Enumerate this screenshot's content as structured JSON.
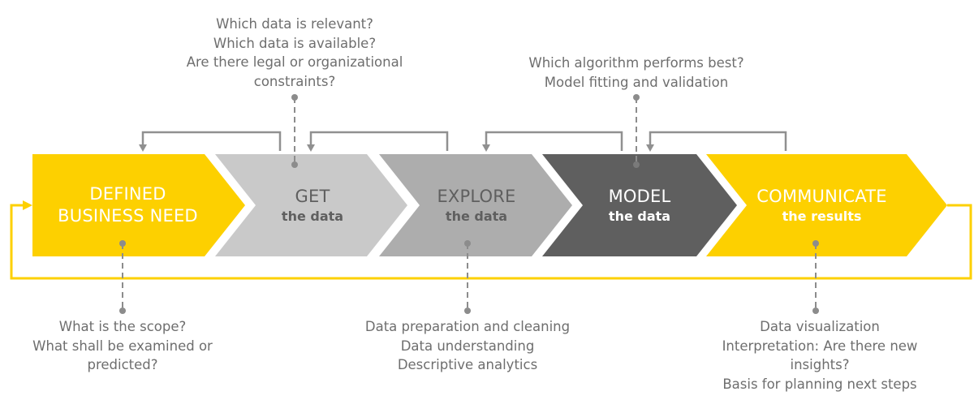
{
  "colors": {
    "yellow": "#fdd000",
    "light_gray": "#c9c9c9",
    "mid_gray": "#adadad",
    "dark_gray": "#5f5f5f",
    "connector_gray": "#8c8c8c",
    "note_text": "#6e6e6e",
    "white_text": "#ffffff",
    "gray_text": "#5f5f5f"
  },
  "steps": [
    {
      "id": "defined-business-need",
      "title_lines": [
        "DEFINED",
        "BUSINESS NEED"
      ],
      "subtitle": ""
    },
    {
      "id": "get-the-data",
      "title_lines": [
        "GET"
      ],
      "subtitle": "the data"
    },
    {
      "id": "explore-the-data",
      "title_lines": [
        "EXPLORE"
      ],
      "subtitle": "the data"
    },
    {
      "id": "model-the-data",
      "title_lines": [
        "MODEL"
      ],
      "subtitle": "the data"
    },
    {
      "id": "communicate-the-results",
      "title_lines": [
        "COMMUNICATE"
      ],
      "subtitle": "the results"
    }
  ],
  "notes": {
    "get_top": [
      "Which data is relevant?",
      "Which data is available?",
      "Are there legal or organizational",
      "constraints?"
    ],
    "model_top": [
      "Which algorithm performs best?",
      "Model fitting and validation"
    ],
    "business_bottom": [
      "What is the scope?",
      "What shall be examined or",
      "predicted?"
    ],
    "explore_bottom": [
      "Data preparation and cleaning",
      "Data understanding",
      "Descriptive analytics"
    ],
    "communicate_bottom": [
      "Data visualization",
      "Interpretation: Are there new",
      "insights?",
      "Basis for planning next steps"
    ]
  }
}
